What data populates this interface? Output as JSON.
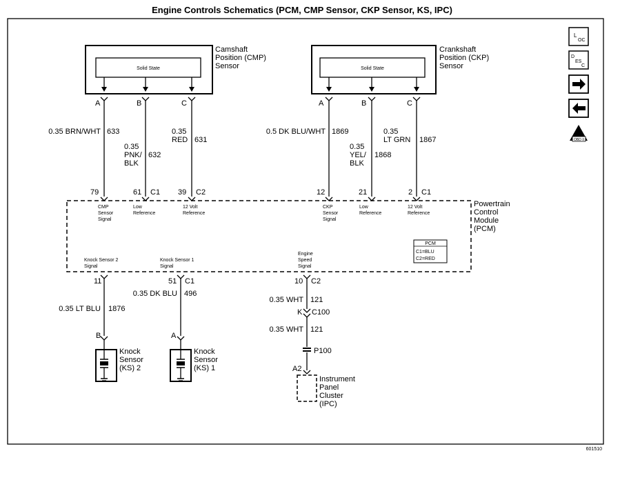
{
  "title": "Engine Controls Schematics (PCM, CMP Sensor, CKP Sensor, KS, IPC)",
  "figure_number": "601510",
  "nav_icons": [
    "loc-icon",
    "desc-icon",
    "next-arrow-icon",
    "back-arrow-icon",
    "caution-icon"
  ],
  "nav_text": {
    "loc_l": "L",
    "loc_oc": "OC",
    "desc_d": "D",
    "desc_es": "ES",
    "desc_c": "C",
    "caution": "OBD II"
  },
  "cmp_sensor": {
    "name_line1": "Camshaft",
    "name_line2": "Position (CMP)",
    "name_line3": "Sensor",
    "inner_label": "Solid State",
    "pins": [
      "A",
      "B",
      "C"
    ],
    "wire_a": {
      "gauge_color": "0.35 BRN/WHT",
      "circuit": "633"
    },
    "wire_b": {
      "gauge": "0.35",
      "color_line1": "PNK/",
      "color_line2": "BLK",
      "circuit": "632"
    },
    "wire_c": {
      "gauge": "0.35",
      "color": "RED",
      "circuit": "631"
    }
  },
  "ckp_sensor": {
    "name_line1": "Crankshaft",
    "name_line2": "Position (CKP)",
    "name_line3": "Sensor",
    "inner_label": "Solid State",
    "pins": [
      "A",
      "B",
      "C"
    ],
    "wire_a": {
      "gauge_color": "0.5 DK BLU/WHT",
      "circuit": "1869"
    },
    "wire_b": {
      "gauge": "0.35",
      "color_line1": "YEL/",
      "color_line2": "BLK",
      "circuit": "1868"
    },
    "wire_c": {
      "gauge": "0.35",
      "color": "LT GRN",
      "circuit": "1867"
    }
  },
  "pcm": {
    "name_line1": "Powertrain",
    "name_line2": "Control",
    "name_line3": "Module",
    "name_line4": "(PCM)",
    "legend_title": "PCM",
    "legend_c1": "C1=BLU",
    "legend_c2": "C2=RED",
    "top_pins": [
      {
        "num": "79",
        "conn": "",
        "line1": "CMP",
        "line2": "Sensor",
        "line3": "Signal"
      },
      {
        "num": "61",
        "conn": "C1",
        "line1": "Low",
        "line2": "Reference",
        "line3": ""
      },
      {
        "num": "39",
        "conn": "C2",
        "line1": "12 Volt",
        "line2": "Reference",
        "line3": ""
      },
      {
        "num": "12",
        "conn": "",
        "line1": "CKP",
        "line2": "Sensor",
        "line3": "Signal"
      },
      {
        "num": "21",
        "conn": "",
        "line1": "Low",
        "line2": "Reference",
        "line3": ""
      },
      {
        "num": "2",
        "conn": "C1",
        "line1": "12 Volt",
        "line2": "Reference",
        "line3": ""
      }
    ],
    "bottom_pins": [
      {
        "num": "11",
        "conn": "",
        "line1": "Knock Sensor 2",
        "line2": "Signal",
        "line3": ""
      },
      {
        "num": "51",
        "conn": "C1",
        "line1": "Knock Sensor 1",
        "line2": "Signal",
        "line3": ""
      },
      {
        "num": "10",
        "conn": "C2",
        "line1": "Engine",
        "line2": "Speed",
        "line3": "Signal"
      }
    ]
  },
  "ks2": {
    "wire_label": "0.35 LT BLU",
    "circuit": "1876",
    "pin": "B",
    "name_line1": "Knock",
    "name_line2": "Sensor",
    "name_line3": "(KS) 2"
  },
  "ks1": {
    "wire_label": "0.35 DK BLU",
    "circuit": "496",
    "pin": "A",
    "name_line1": "Knock",
    "name_line2": "Sensor",
    "name_line3": "(KS) 1"
  },
  "ipc_path": {
    "wire1_label": "0.35 WHT",
    "wire1_circuit": "121",
    "c100_pin": "K",
    "c100_label": "C100",
    "wire2_label": "0.35 WHT",
    "wire2_circuit": "121",
    "p100_label": "P100",
    "ipc_pin": "A2",
    "ipc_line1": "Instrument",
    "ipc_line2": "Panel",
    "ipc_line3": "Cluster",
    "ipc_line4": "(IPC)"
  }
}
